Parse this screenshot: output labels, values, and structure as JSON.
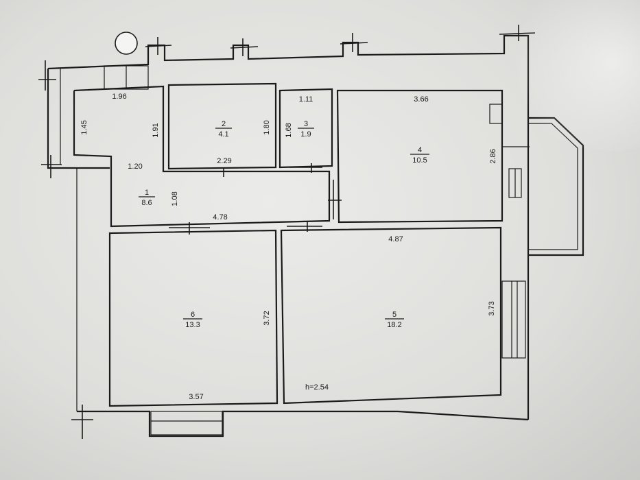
{
  "plan": {
    "rooms": [
      {
        "number": "1",
        "area": "8.6"
      },
      {
        "number": "2",
        "area": "4.1"
      },
      {
        "number": "3",
        "area": "1.9"
      },
      {
        "number": "4",
        "area": "10.5"
      },
      {
        "number": "5",
        "area": "18.2"
      },
      {
        "number": "6",
        "area": "13.3"
      }
    ],
    "dimensions": {
      "d_196": "1.96",
      "d_145": "1.45",
      "d_191": "1.91",
      "d_120": "1.20",
      "d_108": "1.08",
      "d_478": "4.78",
      "d_180": "1.80",
      "d_229": "2.29",
      "d_111": "1.11",
      "d_168": "1.68",
      "d_366": "3.66",
      "d_286": "2.86",
      "d_487": "4.87",
      "d_373": "3.73",
      "d_372": "3.72",
      "d_357": "3.57"
    },
    "ceiling_height": "h=2.54"
  }
}
